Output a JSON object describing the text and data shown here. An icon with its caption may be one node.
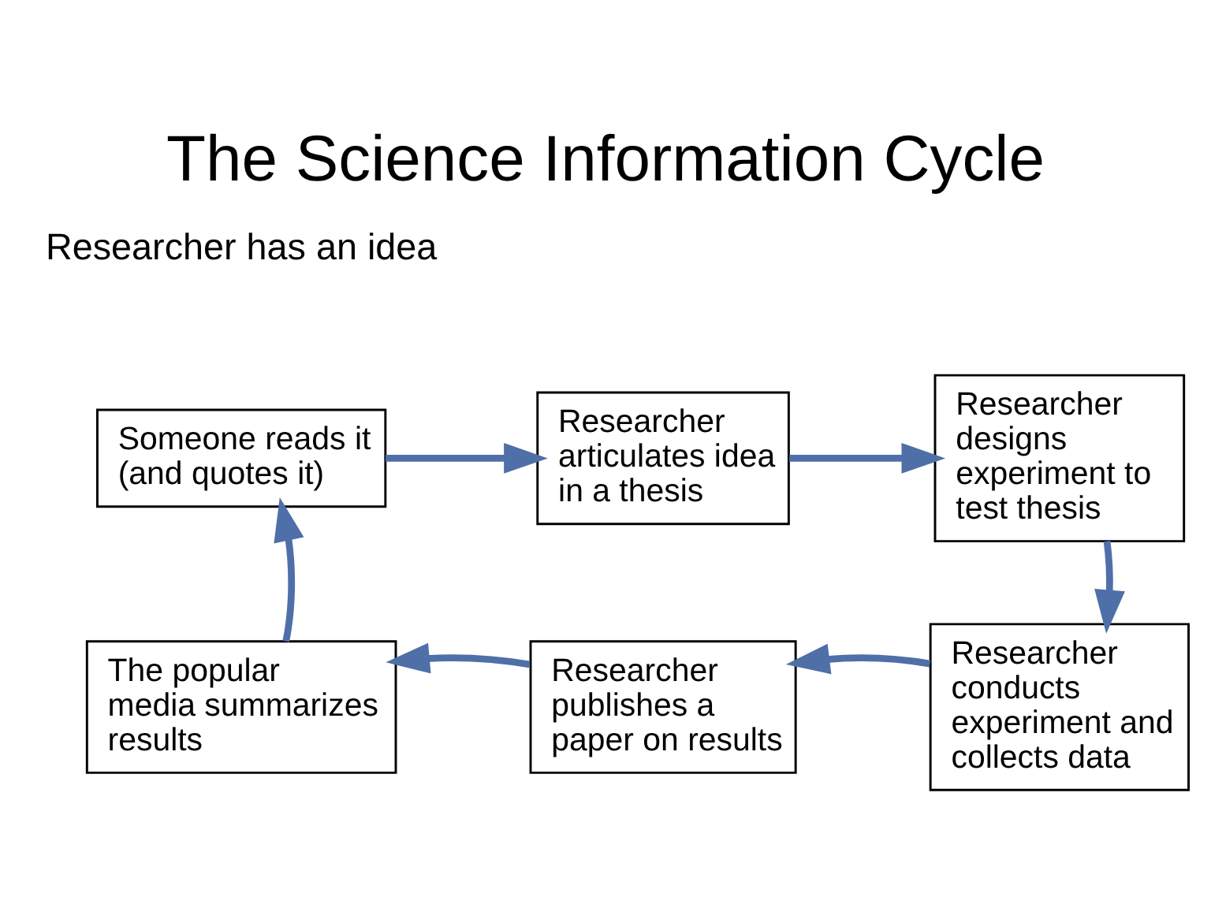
{
  "diagram": {
    "title": "The Science Information Cycle",
    "nodes": [
      {
        "text": [
          "Someone reads it (and quotes it)"
        ]
      },
      {
        "text": [
          "Researcher articulates idea in a thesis"
        ]
      },
      {
        "text": [
          "Researcher designs experiment to test thesis"
        ]
      },
      {
        "text": [
          "Researcher conducts experiment and collects data"
        ]
      },
      {
        "text": [
          "Researcher publishes a paper on results"
        ]
      },
      {
        "text": [
          "The popular media summarizes results"
        ]
      }
    ],
    "edges": [
      {
        "from": 0,
        "to": 1,
        "arrow": "to"
      },
      {
        "from": 1,
        "to": 2,
        "arrow": "to"
      },
      {
        "from": 2,
        "to": 3,
        "arrow": "to"
      },
      {
        "from": 3,
        "to": 4,
        "arrow": "to"
      },
      {
        "from": 4,
        "to": 5,
        "arrow": "to"
      },
      {
        "from": 5,
        "to": 0,
        "arrow": "to"
      }
    ],
    "labels": [
      "Researcher has an idea"
    ]
  }
}
